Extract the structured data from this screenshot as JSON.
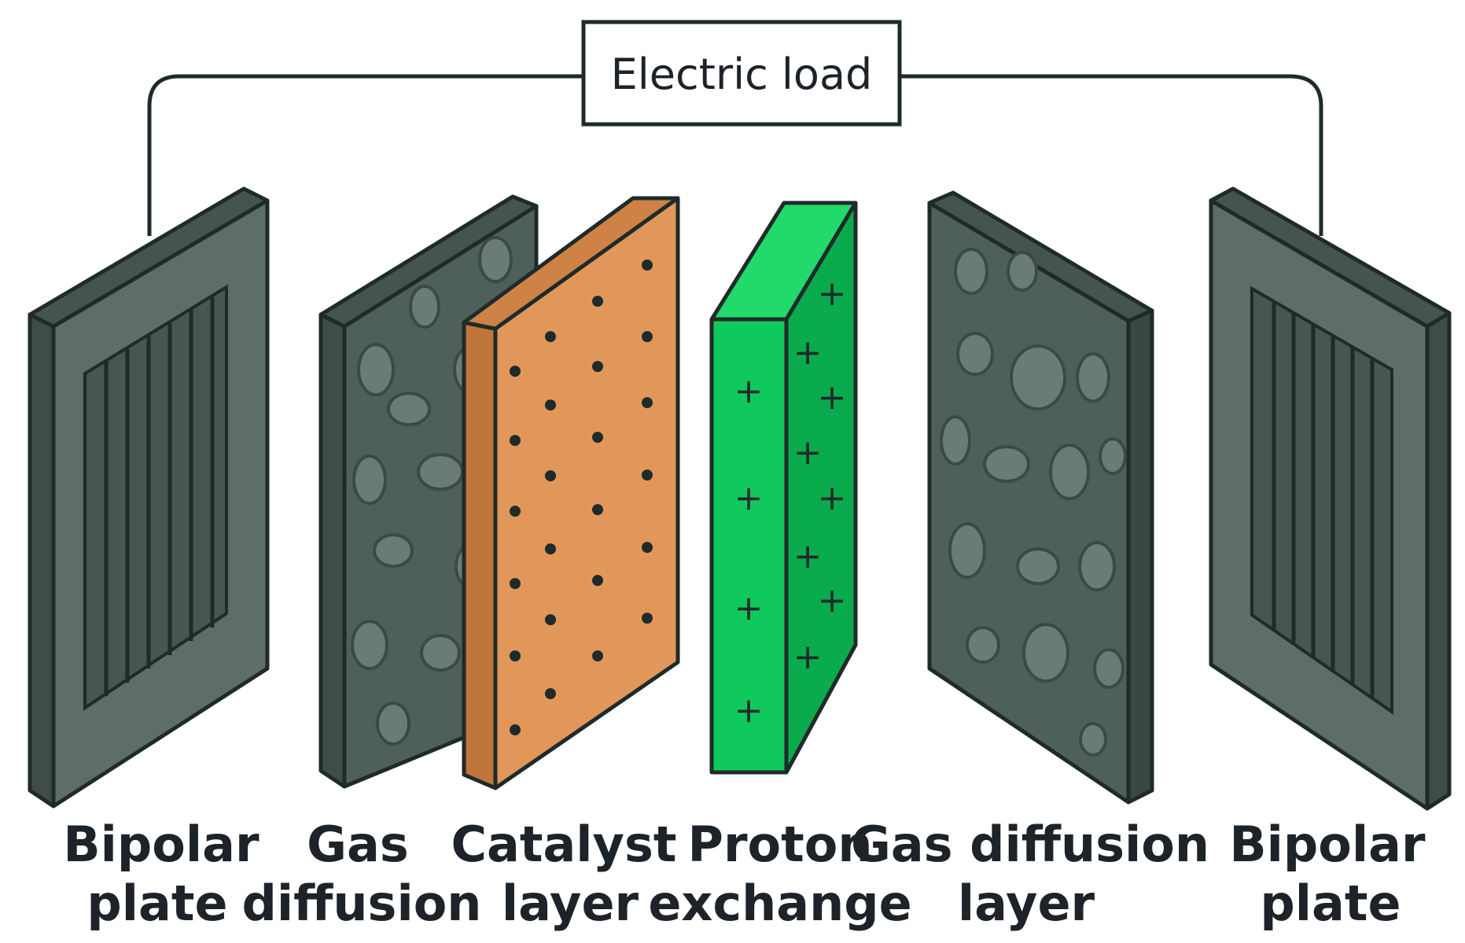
{
  "electric_load": {
    "label": "Electric load"
  },
  "components": [
    {
      "line1": "Bipolar",
      "line2": "plate"
    },
    {
      "line1": "Gas",
      "line2": "diffusion"
    },
    {
      "line1": "Catalyst",
      "line2": "layer"
    },
    {
      "line1": "Proton",
      "line2": "exchange"
    },
    {
      "line1": "Gas diffusion",
      "line2": "layer"
    },
    {
      "line1": "Bipolar",
      "line2": "plate"
    }
  ],
  "colors": {
    "bipolar_plate": "#5e6d68",
    "gas_diffusion": "#4f605b",
    "catalyst_layer": "#e2975a",
    "proton_exchange_membrane": "#10c95c",
    "outline": "#1f2a2a",
    "wire": "#1f2a2a"
  },
  "icons": {
    "membrane_mark": "plus-sign",
    "catalyst_mark": "dot"
  }
}
